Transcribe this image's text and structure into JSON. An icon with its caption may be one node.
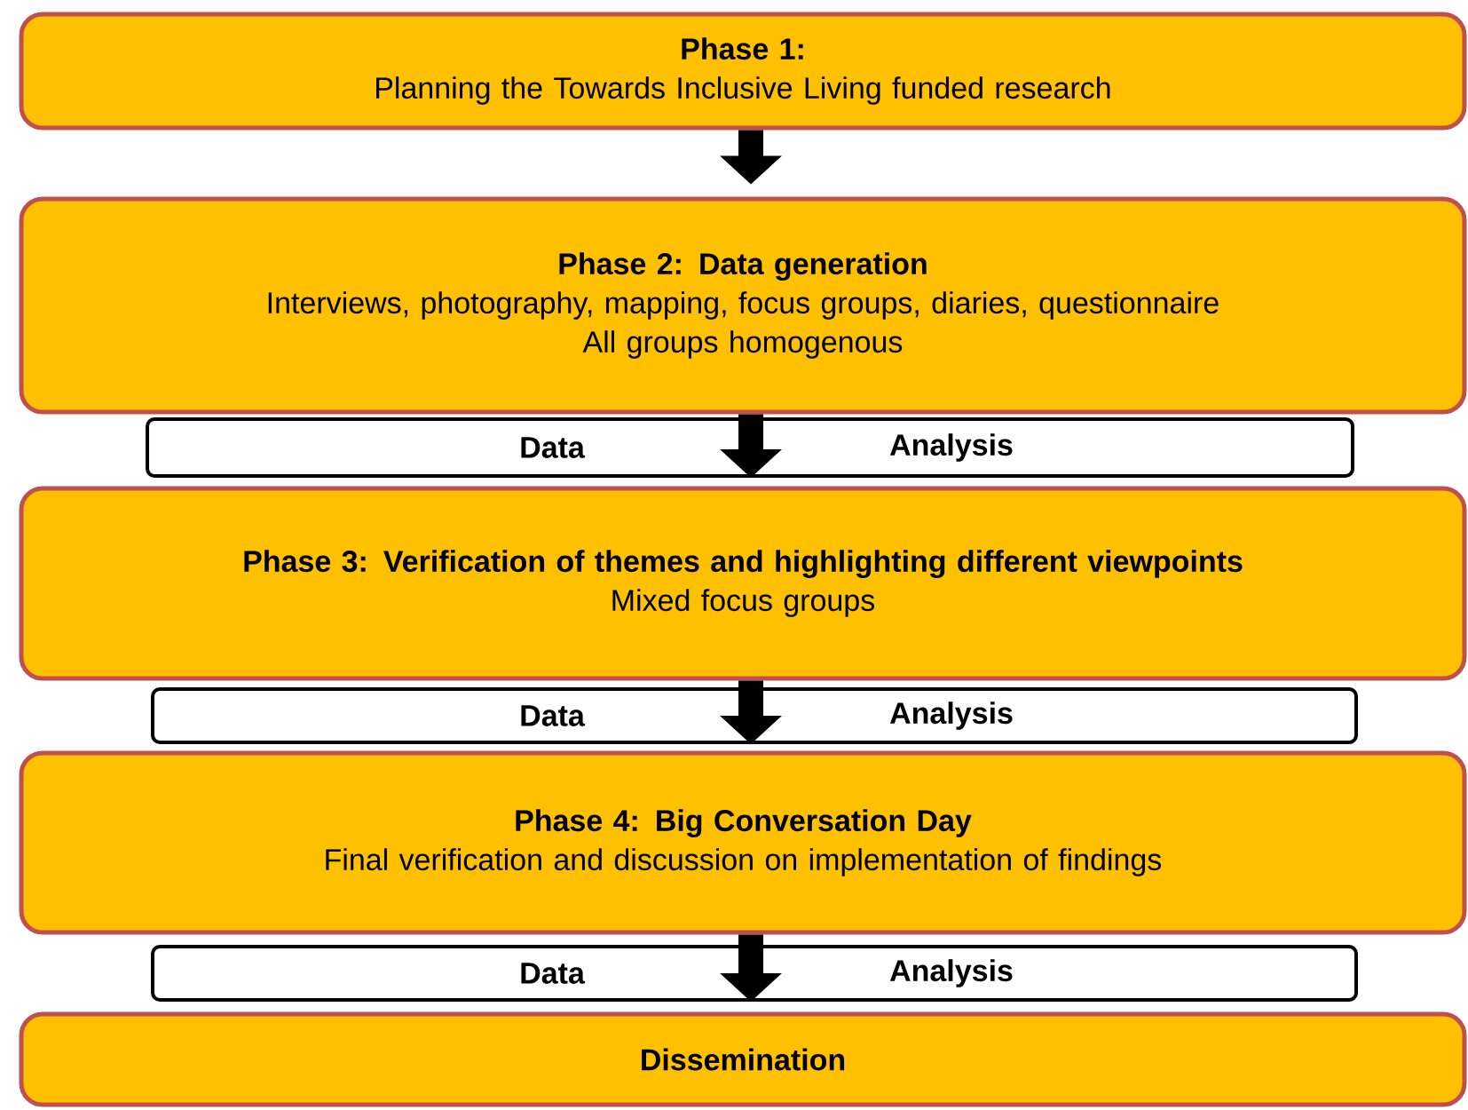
{
  "diagram": {
    "nodes": [
      {
        "text": [
          "Phase 1:",
          "Planning the Towards Inclusive Living funded research"
        ]
      },
      {
        "text": [
          "Phase 2: Data generation",
          "Interviews, photography, mapping, focus groups, diaries, questionnaire",
          "All groups homogenous"
        ]
      },
      {
        "text": [
          "Phase 3: Verification of themes and highlighting different viewpoints",
          "Mixed focus groups"
        ]
      },
      {
        "text": [
          "Phase 4: Big Conversation Day",
          "Final verification and discussion on implementation of findings"
        ]
      },
      {
        "text": [
          "Dissemination"
        ]
      },
      {
        "text": [
          "Data",
          "Analysis"
        ]
      },
      {
        "text": [
          "Data",
          "Analysis"
        ]
      },
      {
        "text": [
          "Data",
          "Analysis"
        ]
      }
    ],
    "edges": [
      {
        "from": 0,
        "to": 1,
        "arrow": "to"
      },
      {
        "from": 1,
        "to": 5,
        "arrow": "to"
      },
      {
        "from": 2,
        "to": 6,
        "arrow": "to"
      },
      {
        "from": 3,
        "to": 7,
        "arrow": "to"
      }
    ]
  }
}
